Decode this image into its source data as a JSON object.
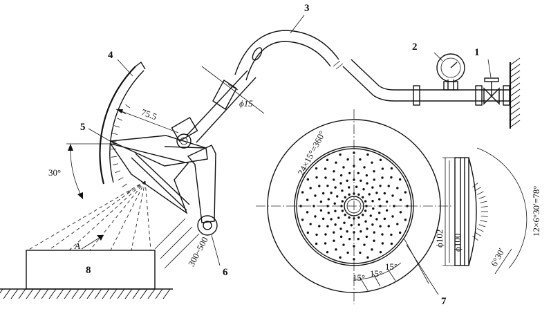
{
  "part_labels": {
    "p1": "1",
    "p2": "2",
    "p3": "3",
    "p4": "4",
    "p5": "5",
    "p6": "6",
    "p7": "7",
    "p8": "8"
  },
  "dimensions": {
    "pipe_diameter": "ϕ15",
    "arm_length": "75.5",
    "tilt_angle": "30°",
    "spray_distance": "300~500",
    "view_mark": "A",
    "hole_ring_division": "24×15°=360°",
    "outer_diameter": "ϕ102",
    "inner_diameter": "ϕ100",
    "arc_division": "12×6°30′=78°",
    "step_angle": "6°30′",
    "pitch_1": "15°",
    "pitch_2": "15°",
    "pitch_3": "15°"
  }
}
